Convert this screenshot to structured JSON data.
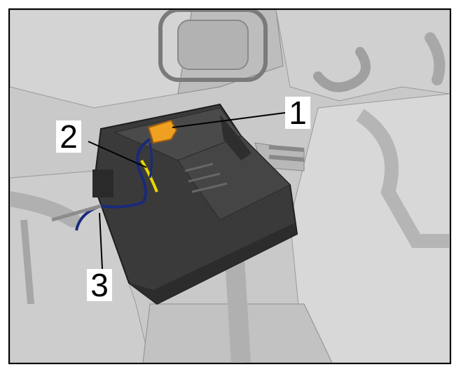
{
  "diagram": {
    "callouts": [
      {
        "id": "1",
        "label": "1"
      },
      {
        "id": "2",
        "label": "2"
      },
      {
        "id": "3",
        "label": "3"
      }
    ],
    "colors": {
      "background": "#c8c8c8",
      "module": "#3a3a3a",
      "connector": "#f0a020",
      "wire_blue": "#1a2a7a",
      "wire_yellow": "#e8d800"
    }
  }
}
